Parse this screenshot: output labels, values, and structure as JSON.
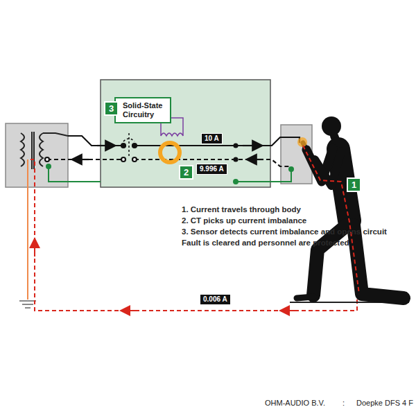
{
  "diagram": {
    "nodes": [
      {
        "text": [
          "Solid-State Circuitry"
        ]
      }
    ],
    "edges": [],
    "labels": [
      "3",
      "10 A",
      "9.996 A",
      "2",
      "1",
      "0.006 A",
      "1. Current travels through body",
      "2. CT picks up current imbalance",
      "3. Sensor detects current imbalance and opens circuit",
      "Fault is cleared and personnel are protected",
      "OHM-AUDIO B.V.",
      ":",
      "Doepke DFS 4 F"
    ]
  }
}
